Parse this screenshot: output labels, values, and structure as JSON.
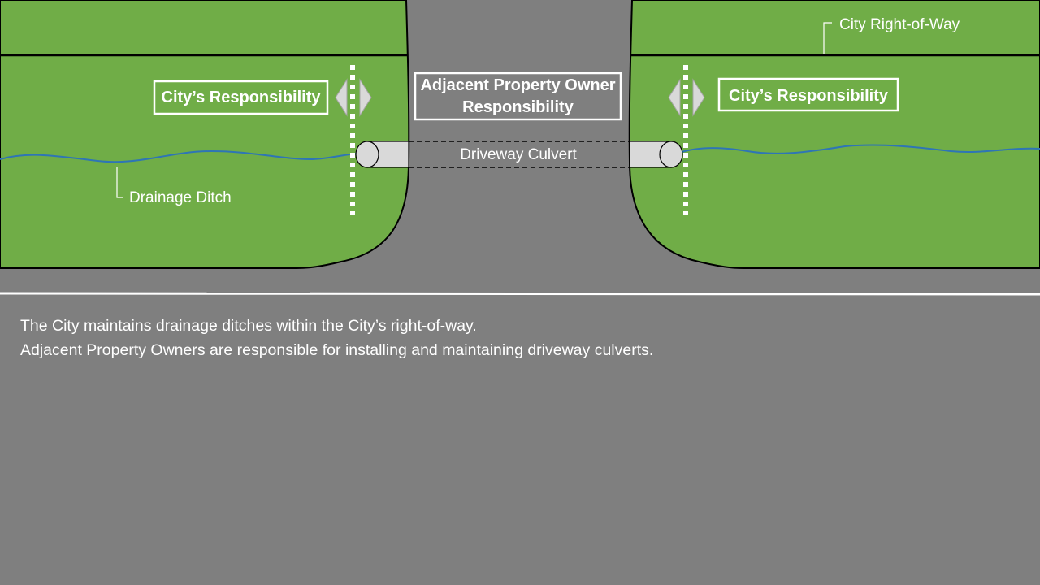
{
  "labels": {
    "city_right_of_way": "City Right-of-Way",
    "city_responsibility_left": "City’s Responsibility",
    "city_responsibility_right": "City’s Responsibility",
    "owner_responsibility_line1": "Adjacent Property Owner",
    "owner_responsibility_line2": "Responsibility",
    "driveway_culvert": "Driveway Culvert",
    "drainage_ditch": "Drainage Ditch"
  },
  "caption": {
    "line1": "The City maintains drainage ditches within the City’s right-of-way.",
    "line2": "Adjacent Property Owners are responsible for  installing and maintaining driveway culverts."
  },
  "colors": {
    "grass": "#70ad47",
    "road": "#7f7f7f",
    "ditch_water": "#2e75b6",
    "culvert": "#d9d9d9",
    "text": "#ffffff",
    "outline": "#000000"
  }
}
